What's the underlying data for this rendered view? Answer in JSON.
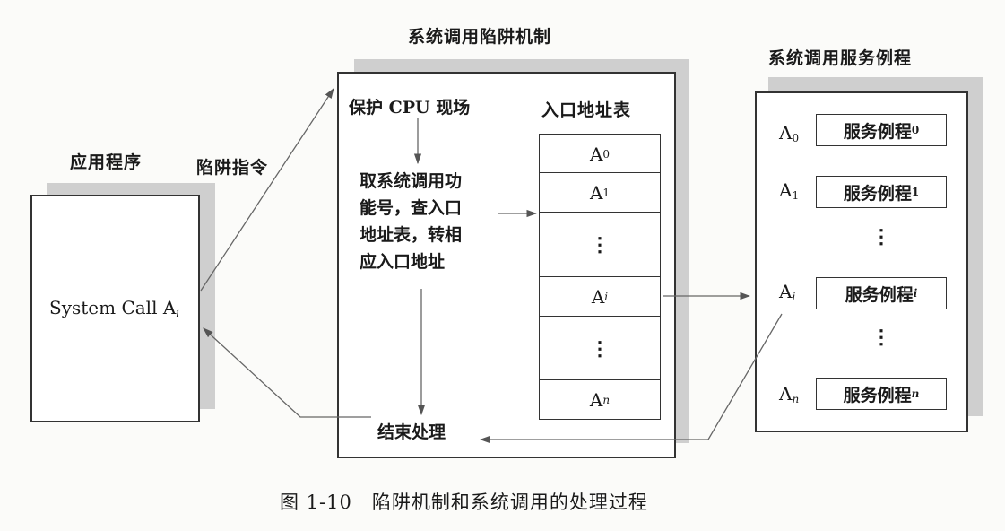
{
  "titles": {
    "mechanism": "系统调用陷阱机制",
    "services": "系统调用服务例程",
    "app": "应用程序",
    "trap": "陷阱指令"
  },
  "app_box": {
    "text": "System Call A",
    "sub": "i"
  },
  "mechanism": {
    "step1": "保护 CPU 现场",
    "step2_lines": [
      "取系统调用功",
      "能号，查入口",
      "地址表，转相",
      "应入口地址"
    ],
    "step3": "结束处理",
    "table_title": "入口地址表"
  },
  "entry_table": [
    {
      "base": "A",
      "sub": "0"
    },
    {
      "base": "A",
      "sub": "1"
    },
    {
      "ellipsis": "⋮"
    },
    {
      "base": "A",
      "sub": "i"
    },
    {
      "ellipsis": "⋮"
    },
    {
      "base": "A",
      "sub": "n"
    }
  ],
  "services": [
    {
      "key": "A",
      "key_sub": "0",
      "label": "服务例程",
      "label_sub": "0"
    },
    {
      "key": "A",
      "key_sub": "1",
      "label": "服务例程",
      "label_sub": "1"
    },
    {
      "ellipsis": "⋮"
    },
    {
      "key": "A",
      "key_sub": "i",
      "label": "服务例程",
      "label_sub": "i"
    },
    {
      "ellipsis": "⋮"
    },
    {
      "key": "A",
      "key_sub": "n",
      "label": "服务例程",
      "label_sub": "n"
    }
  ],
  "caption": "图 1-10　陷阱机制和系统调用的处理过程"
}
